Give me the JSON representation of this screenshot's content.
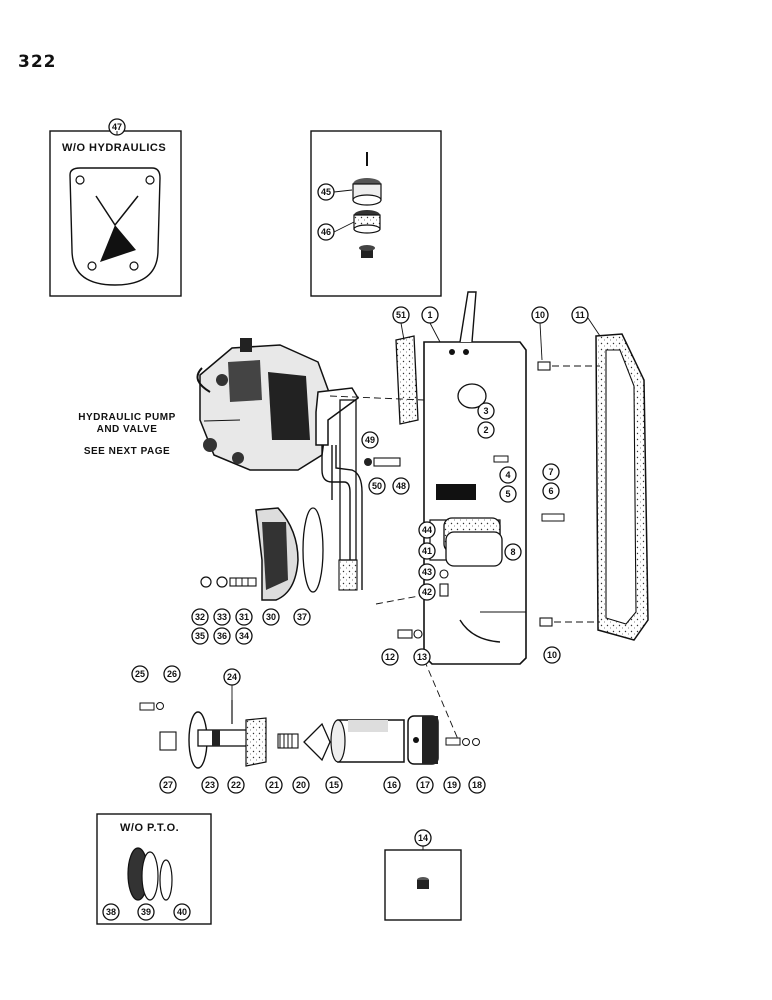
{
  "page_number": "322",
  "insets": {
    "without_hydraulics": "W/O HYDRAULICS",
    "without_pto": "W/O P.T.O."
  },
  "notes": {
    "pump_line1": "HYDRAULIC PUMP",
    "pump_line2": "AND VALVE",
    "pump_line3": "SEE NEXT PAGE"
  },
  "callouts": {
    "c1": "1",
    "c2": "2",
    "c3": "3",
    "c4": "4",
    "c5": "5",
    "c6": "6",
    "c7": "7",
    "c8": "8",
    "c10a": "10",
    "c10b": "10",
    "c11": "11",
    "c12": "12",
    "c13": "13",
    "c14": "14",
    "c15": "15",
    "c16": "16",
    "c17": "17",
    "c18": "18",
    "c19": "19",
    "c20": "20",
    "c21": "21",
    "c22": "22",
    "c23": "23",
    "c24": "24",
    "c25": "25",
    "c26": "26",
    "c27": "27",
    "c30": "30",
    "c31": "31",
    "c32": "32",
    "c33": "33",
    "c34": "34",
    "c35": "35",
    "c36": "36",
    "c37": "37",
    "c38": "38",
    "c39": "39",
    "c40": "40",
    "c41": "41",
    "c42": "42",
    "c43": "43",
    "c44": "44",
    "c45": "45",
    "c46": "46",
    "c47": "47",
    "c48": "48",
    "c49": "49",
    "c50": "50",
    "c51": "51"
  }
}
